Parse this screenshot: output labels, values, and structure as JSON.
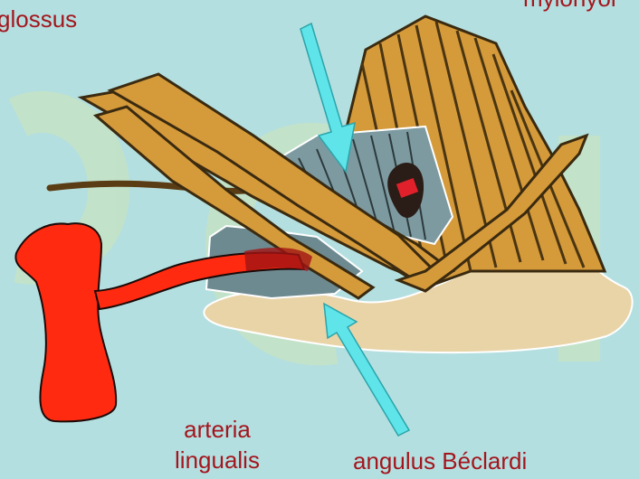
{
  "labels": {
    "hyoglossus": "glossus",
    "mylohyoideus": "mylohyoi",
    "arteria_lingualis_1": "arteria",
    "arteria_lingualis_2": "lingualis",
    "angulus": "angulus Béclardi"
  },
  "colors": {
    "background": "#b4dfe0",
    "muscle": "#d59a3a",
    "bone": "#e9d4a8",
    "artery": "#ff2a10",
    "arrow": "#5ee4e9",
    "membrane": "#7d9aa1",
    "label": "#a3161e"
  },
  "icons": [
    "arrow-down-icon",
    "arrow-up-icon"
  ]
}
